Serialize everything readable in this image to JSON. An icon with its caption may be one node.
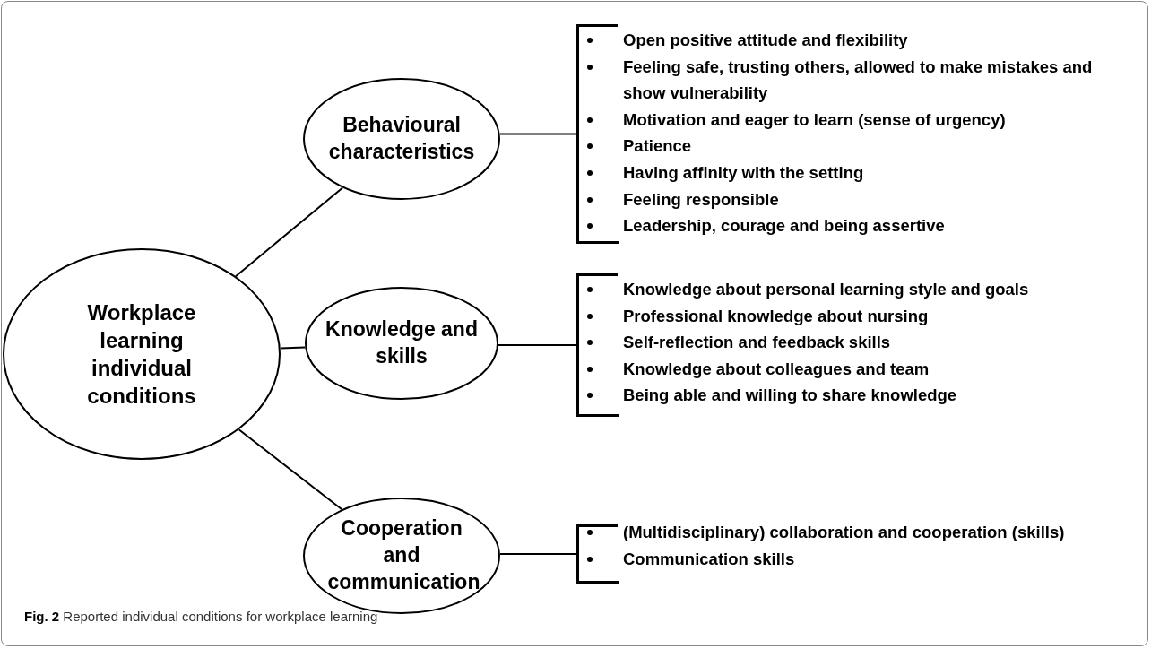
{
  "diagram": {
    "caption": "**Fig. 2** Reported individual conditions for workplace learning",
    "nodes": [
      {
        "text": [
          "Workplace learning individual conditions"
        ]
      },
      {
        "text": [
          "Behavioural characteristics"
        ]
      },
      {
        "text": [
          "Knowledge and skills"
        ]
      },
      {
        "text": [
          "Cooperation and communication"
        ]
      },
      {
        "text": [
          "Open positive attitude and flexibility",
          "Feeling safe, trusting others, allowed to make mistakes and show vulnerability",
          "Motivation and eager to learn (sense of urgency)",
          "Patience",
          "Having affinity with the setting",
          "Feeling responsible",
          "Leadership, courage and being assertive"
        ]
      },
      {
        "text": [
          "Knowledge about personal learning style and goals",
          "Professional knowledge about nursing",
          "Self-reflection and feedback skills",
          "Knowledge about colleagues and team",
          "Being able and willing to share knowledge"
        ]
      },
      {
        "text": [
          "(Multidisciplinary) collaboration and cooperation (skills)",
          "Communication skills"
        ]
      }
    ],
    "edges": [
      {
        "from": 0,
        "to": 1,
        "arrow": "none"
      },
      {
        "from": 0,
        "to": 2,
        "arrow": "none"
      },
      {
        "from": 0,
        "to": 3,
        "arrow": "none"
      },
      {
        "from": 1,
        "to": 4,
        "arrow": "none"
      },
      {
        "from": 2,
        "to": 5,
        "arrow": "none"
      },
      {
        "from": 3,
        "to": 6,
        "arrow": "none"
      }
    ]
  }
}
